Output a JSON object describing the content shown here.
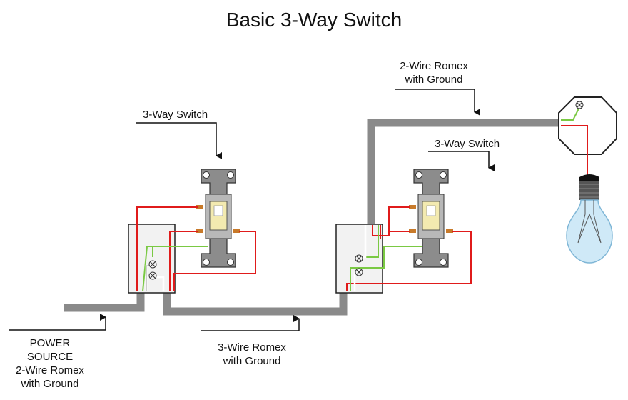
{
  "title": "Basic 3-Way Switch",
  "labels": {
    "switch_left": "3-Way Switch",
    "switch_right": "3-Way Switch",
    "romex_top": [
      "2-Wire Romex",
      "with Ground"
    ],
    "romex_middle": [
      "3-Wire Romex",
      "with Ground"
    ],
    "power_source": [
      "POWER",
      "SOURCE",
      "2-Wire Romex",
      "with Ground"
    ]
  },
  "colors": {
    "cable": "#8a8a8a",
    "hot_wire": "#e01b1b",
    "ground_wire": "#7ac943",
    "neutral_wire": "#ffffff",
    "switch_body": "#8c8c8c",
    "toggle": "#f3eab0",
    "terminal": "#c87a2a",
    "bulb_glass": "#cfe9f7",
    "bulb_base": "#555555"
  }
}
